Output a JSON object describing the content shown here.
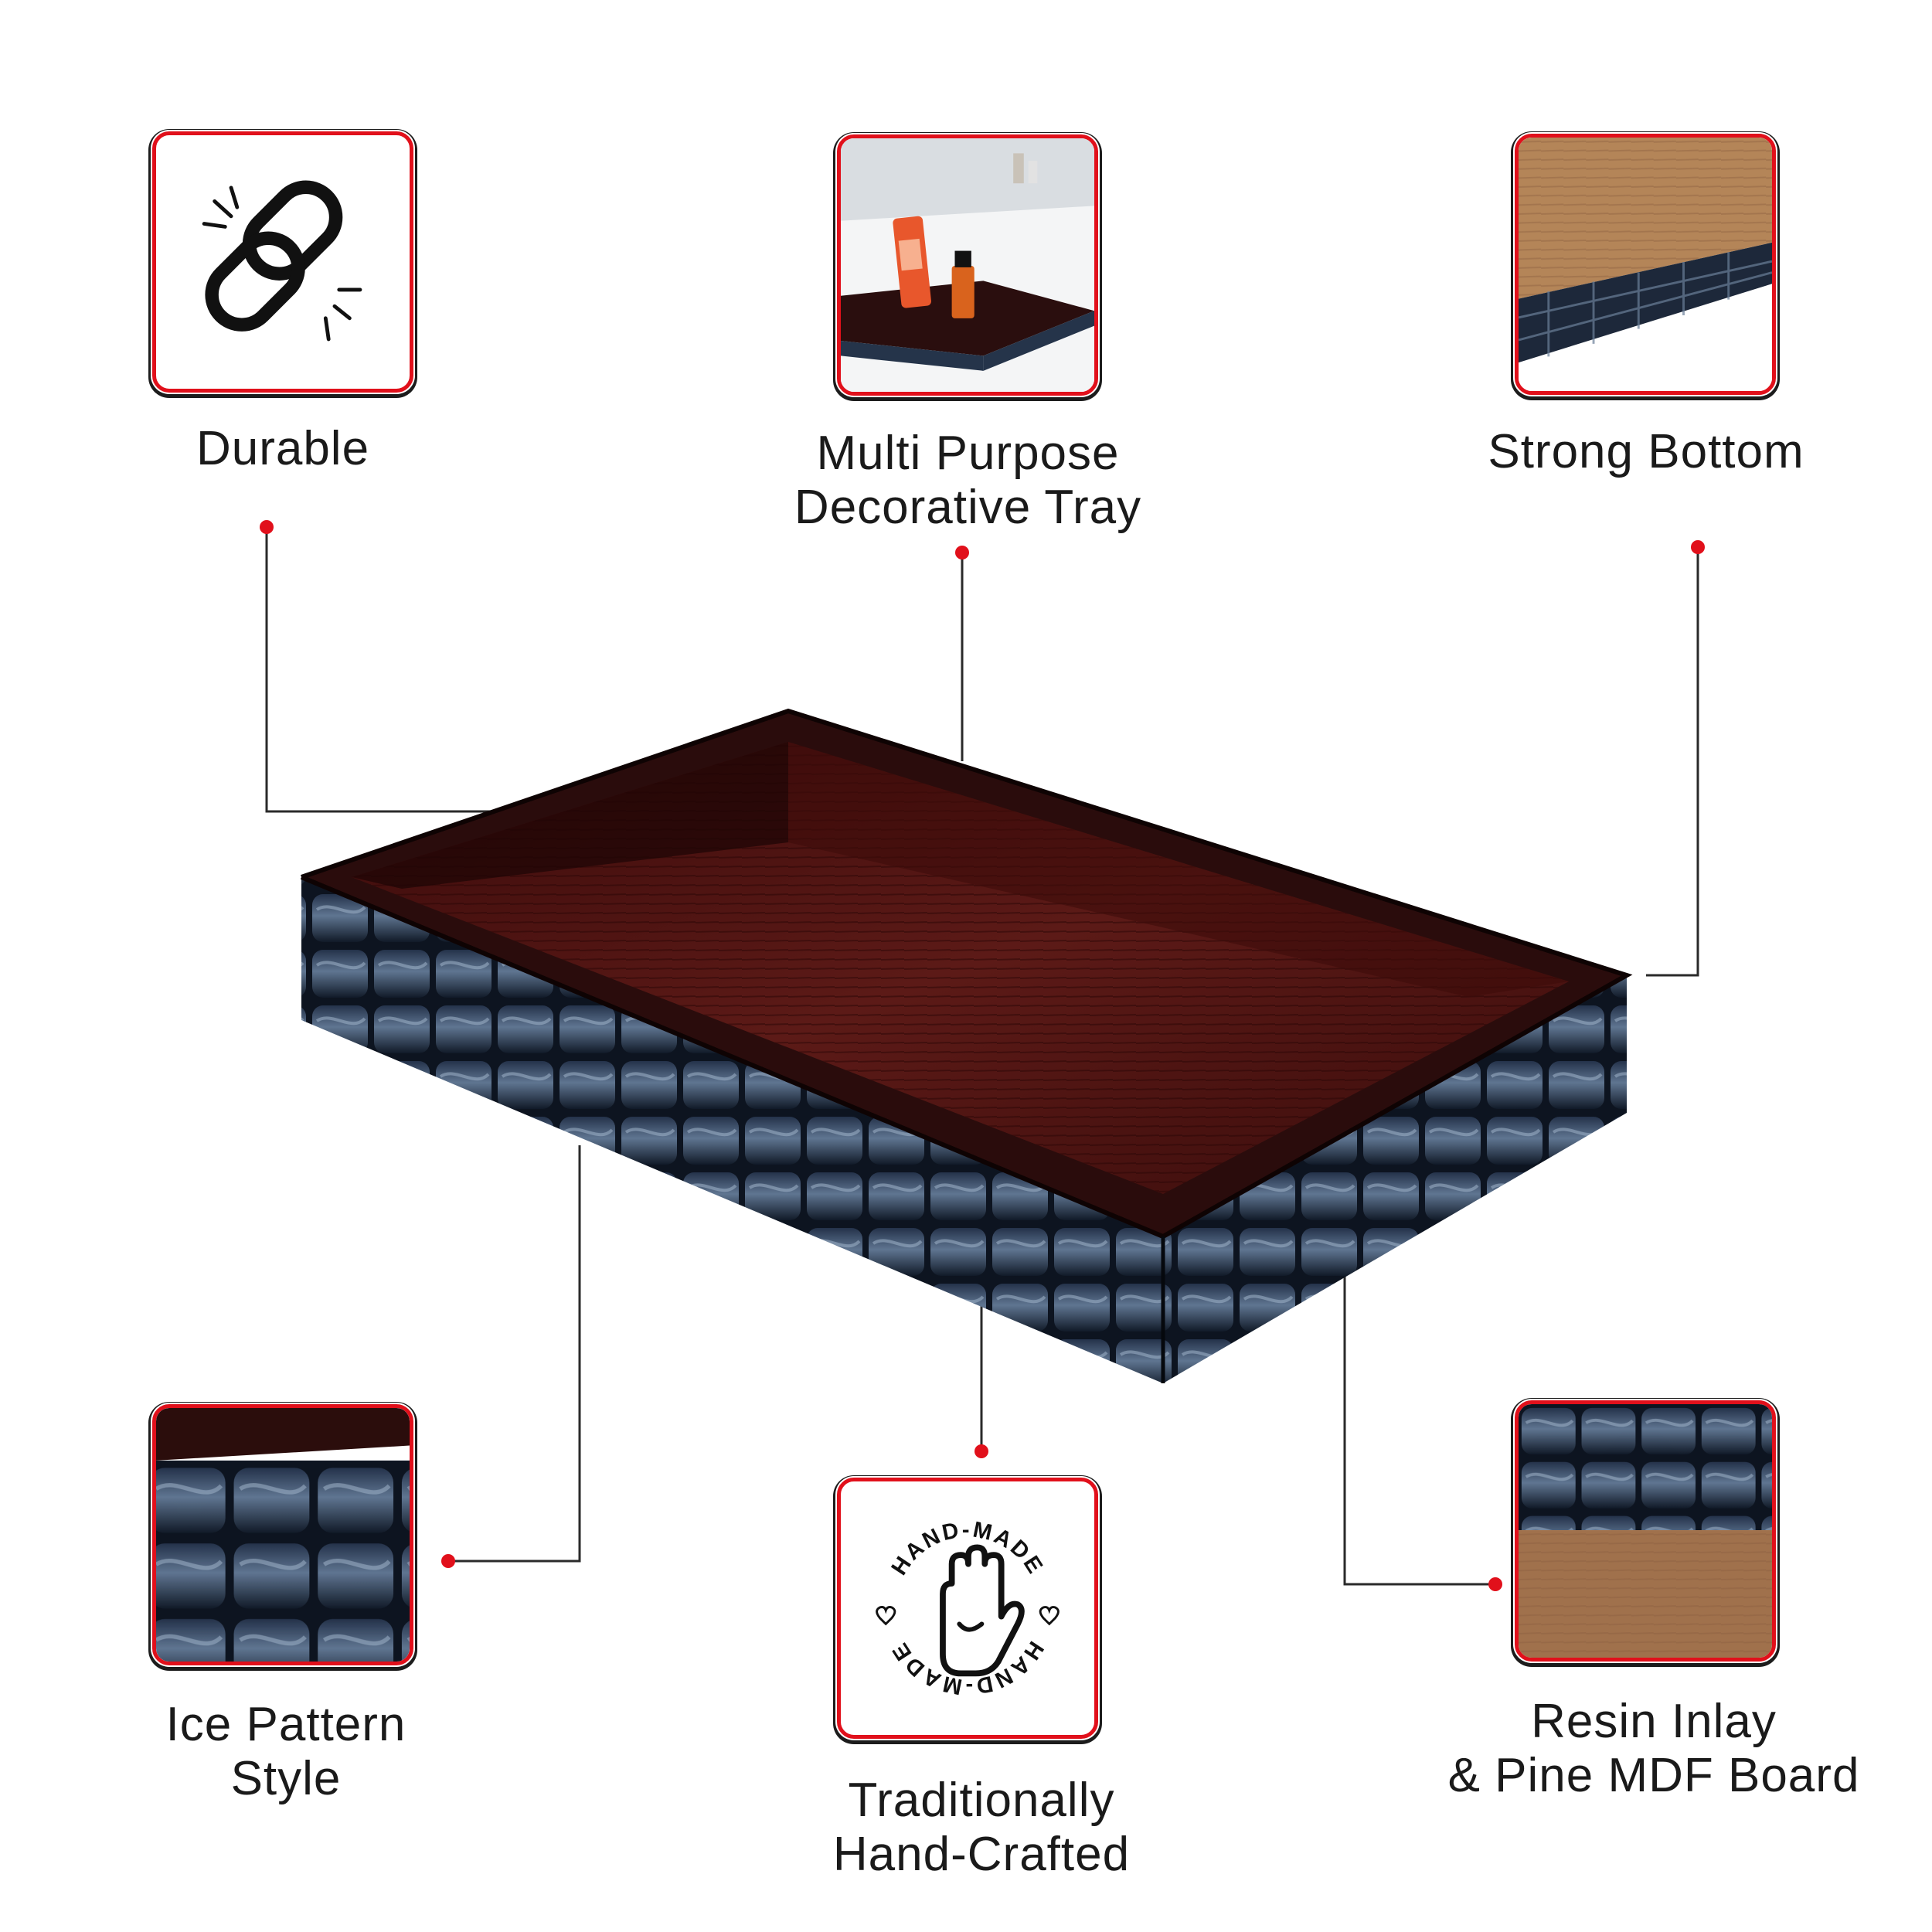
{
  "features": {
    "durable": {
      "label": "Durable",
      "icon": "broken-chain-icon"
    },
    "multi_purpose": {
      "line1": "Multi Purpose",
      "line2": "Decorative Tray"
    },
    "strong_bottom": {
      "label": "Strong Bottom"
    },
    "ice_pattern": {
      "line1": "Ice Pattern",
      "line2": "Style"
    },
    "hand_crafted": {
      "line1": "Traditionally",
      "line2": "Hand-Crafted",
      "icon": "hand-made-stamp-icon",
      "stamp_text": "HAND-MADE"
    },
    "resin_inlay": {
      "line1": "Resin Inlay",
      "line2": "& Pine MDF Board"
    }
  },
  "colors": {
    "accent_red": "#e1101b",
    "tray_wood": "#5a1515",
    "resin_dark": "#1b2535",
    "resin_light": "#5d7290"
  }
}
